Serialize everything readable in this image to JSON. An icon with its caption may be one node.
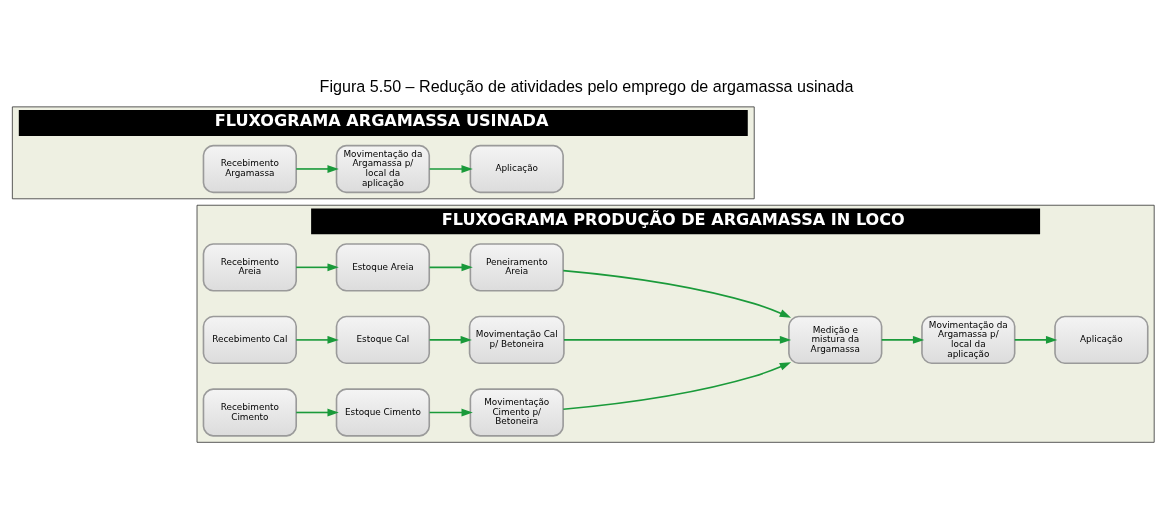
{
  "diagram": {
    "title": "Figura 5.50 – Redução de atividades pelo emprego de argamassa usinada",
    "nodes": [
      {
        "text": [
          "FLUXOGRAMA PRODUÇÃO DE ARGAMASSA IN LOCO"
        ]
      },
      {
        "text": [
          "Recebimento Areia"
        ],
        "in": 0
      },
      {
        "text": [
          "Estoque Areia"
        ],
        "in": 0
      },
      {
        "text": [
          "Peneiramento Areia"
        ],
        "in": 0
      },
      {
        "text": [
          "Recebimento Cal"
        ],
        "in": 0
      },
      {
        "text": [
          "Estoque Cal"
        ],
        "in": 0
      },
      {
        "text": [
          "Movimentação Cal p/ Betoneira"
        ],
        "in": 0
      },
      {
        "text": [
          "Medição e mistura da Argamassa"
        ],
        "in": 0
      },
      {
        "text": [
          "Movimentação da Argamassa p/ local da aplicação"
        ],
        "in": 0
      },
      {
        "text": [
          "Aplicação"
        ],
        "in": 0
      },
      {
        "text": [
          "Recebimento Cimento"
        ],
        "in": 0
      },
      {
        "text": [
          "Estoque Cimento"
        ],
        "in": 0
      },
      {
        "text": [
          "Movimentação Cimento p/ Betoneira"
        ],
        "in": 0
      },
      {
        "text": [
          "FLUXOGRAMA ARGAMASSA USINADA"
        ]
      },
      {
        "text": [
          "Recebimento Argamassa"
        ],
        "in": 13
      },
      {
        "text": [
          "Movimentação da Argamassa p/ local da aplicação"
        ],
        "in": 13
      },
      {
        "text": [
          "Aplicação"
        ],
        "in": 13
      }
    ],
    "edges": [
      {
        "from": 1,
        "to": 2,
        "arrow": "to",
        "color": "#1a9a3a"
      },
      {
        "from": 2,
        "to": 3,
        "arrow": "to",
        "color": "#1a9a3a"
      },
      {
        "from": 3,
        "to": 7,
        "arrow": "to",
        "color": "#1a9a3a"
      },
      {
        "from": 4,
        "to": 5,
        "arrow": "to",
        "color": "#1a9a3a"
      },
      {
        "from": 5,
        "to": 6,
        "arrow": "to",
        "color": "#1a9a3a"
      },
      {
        "from": 6,
        "to": 7,
        "arrow": "to",
        "color": "#1a9a3a"
      },
      {
        "from": 7,
        "to": 8,
        "arrow": "to",
        "color": "#1a9a3a"
      },
      {
        "from": 8,
        "to": 9,
        "arrow": "to",
        "color": "#1a9a3a"
      },
      {
        "from": 10,
        "to": 11,
        "arrow": "to",
        "color": "#1a9a3a"
      },
      {
        "from": 11,
        "to": 12,
        "arrow": "to",
        "color": "#1a9a3a"
      },
      {
        "from": 12,
        "to": 7,
        "arrow": "to",
        "color": "#1a9a3a"
      },
      {
        "from": 14,
        "to": 15,
        "arrow": "to",
        "color": "#1a9a3a"
      },
      {
        "from": 15,
        "to": 16,
        "arrow": "to",
        "color": "#1a9a3a"
      }
    ]
  }
}
